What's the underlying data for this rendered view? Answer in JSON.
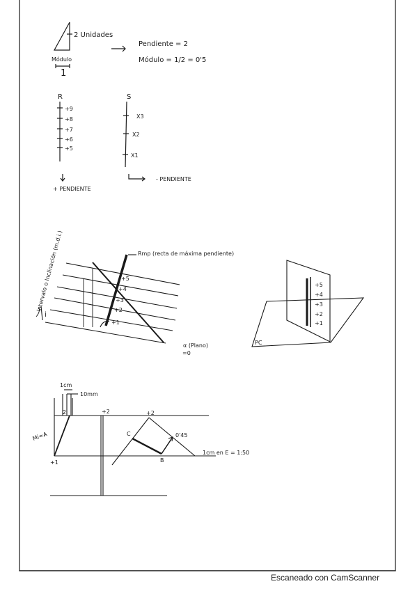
{
  "footer": "Escaneado con CamScanner",
  "sketch1": {
    "units": "2 Unidades",
    "modulo_label": "Módulo",
    "one": "1",
    "pendiente": "Pendiente = 2",
    "modulo_eq": "Módulo = 1/2 = 0'5"
  },
  "sketch2": {
    "R": "R",
    "S": "S",
    "r_ticks": [
      "+9",
      "+8",
      "+7",
      "+6",
      "+5"
    ],
    "s_ticks": [
      "X3",
      "X2",
      "X1"
    ],
    "plus_pendiente": "+ PENDIENTE",
    "minus_pendiente": "- PENDIENTE"
  },
  "sketch3": {
    "side_label": "Intervalo o Inclinación (m.d.i.)",
    "i": "i",
    "rmp": "Rmp (recta de máxima pendiente)",
    "contours": [
      "+5",
      "+4",
      "+3",
      "+2",
      "+1"
    ],
    "alpha": "α (Plano)",
    "zero": "=0"
  },
  "sketch4": {
    "labels": [
      "+5",
      "+4",
      "+3",
      "+2",
      "+1"
    ],
    "pc": "PC"
  },
  "sketch5": {
    "one_mm": "1cm",
    "ten_mm": "10mm",
    "two": "2",
    "mi_a": "Mi=A",
    "plus1": "+1",
    "plus2a": "+2",
    "plus2b": "+2",
    "c": "C",
    "b": "B",
    "d": "0'45",
    "scale": "1cm en E = 1:50"
  }
}
